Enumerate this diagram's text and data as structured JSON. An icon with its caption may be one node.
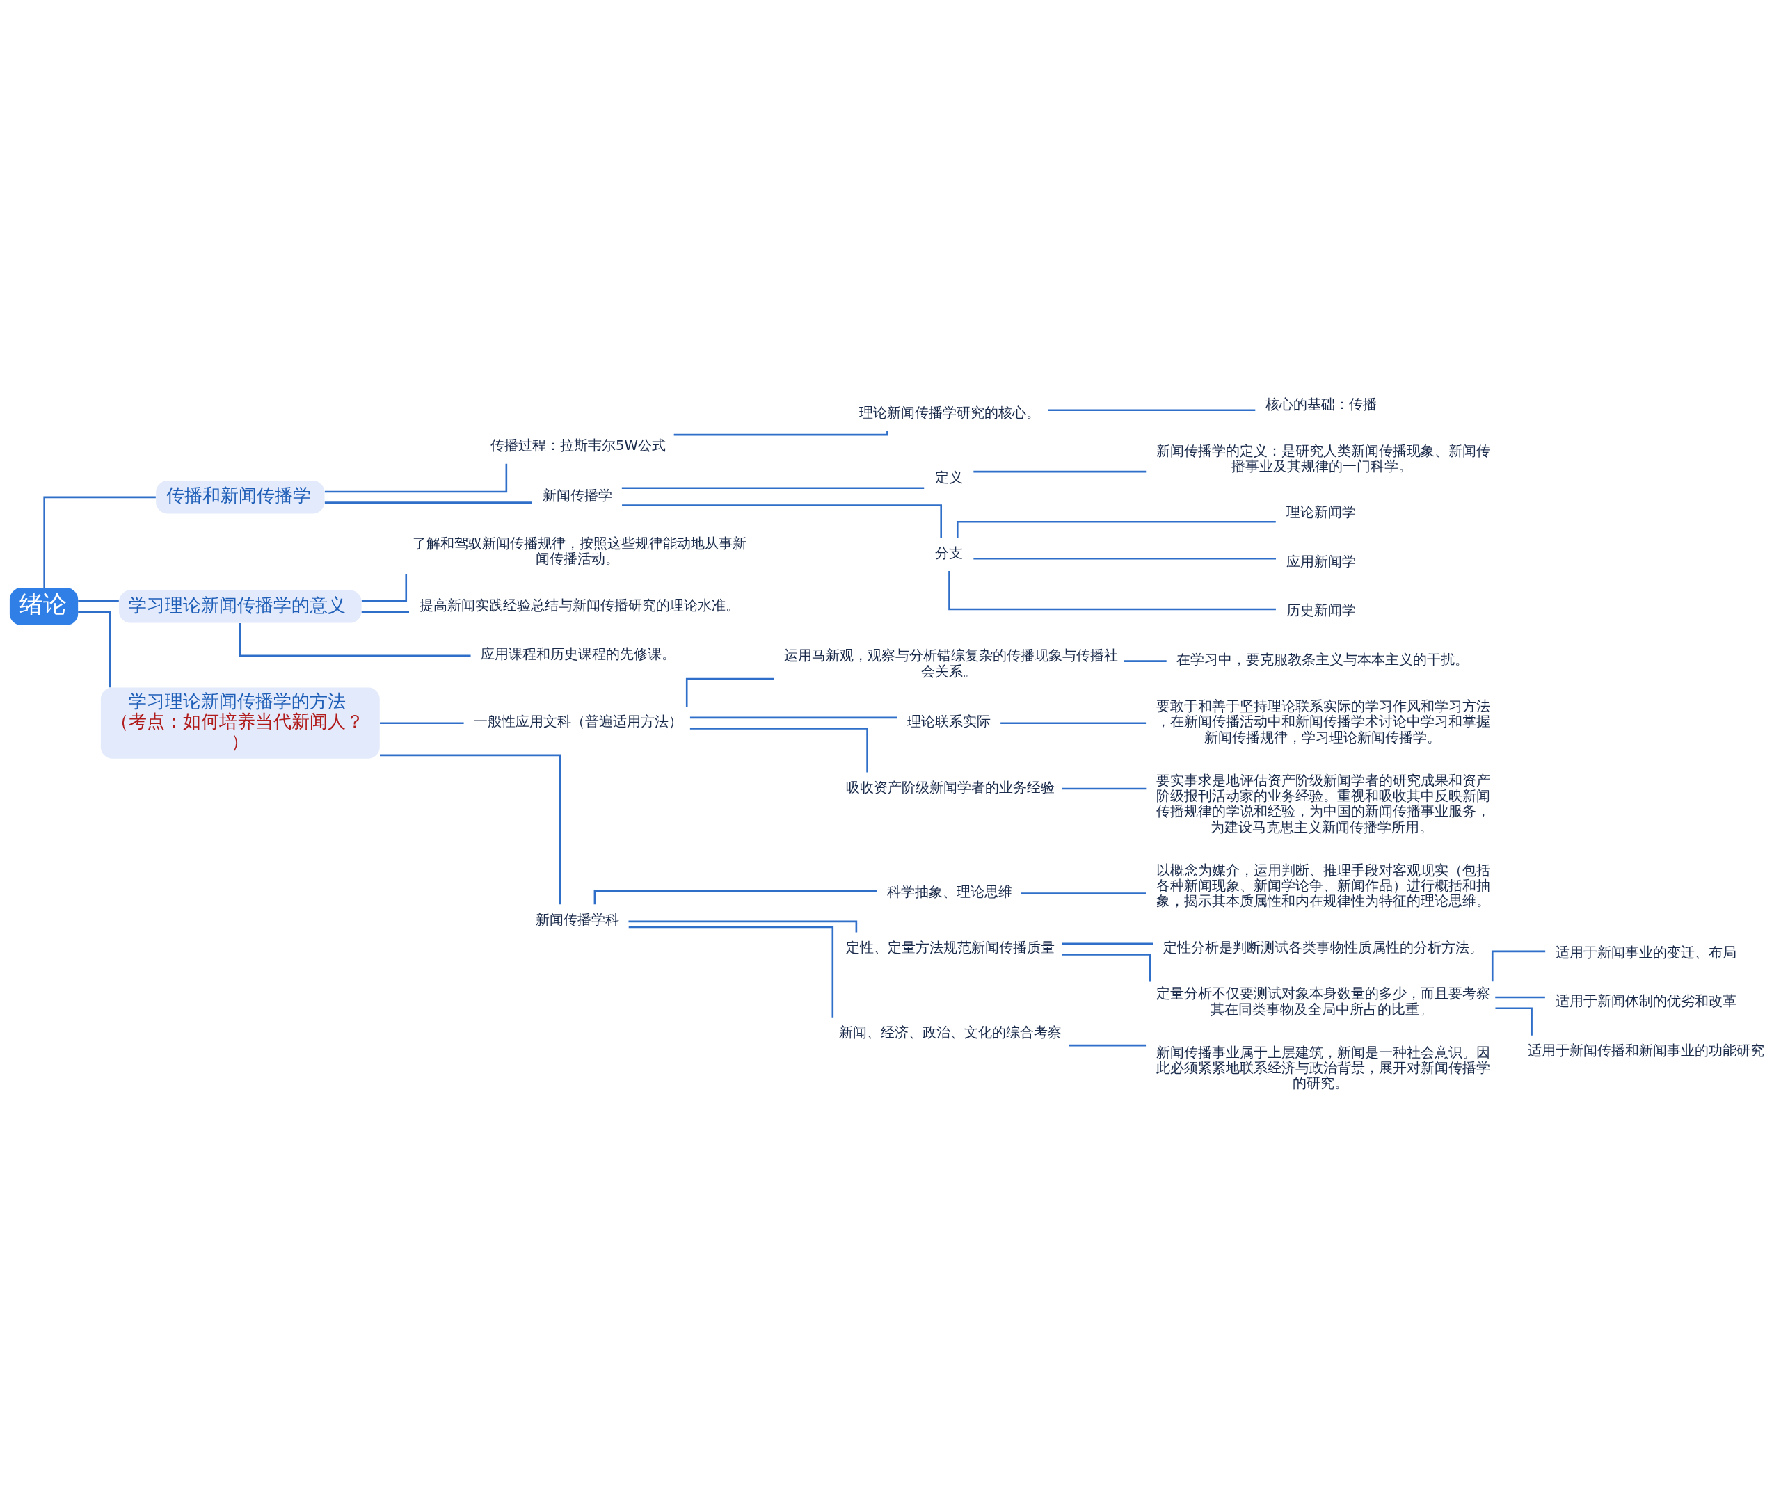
{
  "diagram": {
    "nodes": [
      {
        "text": [
          "绪论"
        ]
      },
      {
        "text": [
          "传播和新闻传播学"
        ]
      },
      {
        "text": [
          "传播过程：拉斯韦尔5W公式"
        ]
      },
      {
        "text": [
          "理论新闻传播学研究的核心。"
        ]
      },
      {
        "text": [
          "核心的基础：传播"
        ]
      },
      {
        "text": [
          "新闻传播学"
        ]
      },
      {
        "text": [
          "定义"
        ]
      },
      {
        "text": [
          "新闻传播学的定义：是研究人类新闻传播现象、新闻传播事业及其规律的一门科学。"
        ]
      },
      {
        "text": [
          "分支"
        ]
      },
      {
        "text": [
          "理论新闻学"
        ]
      },
      {
        "text": [
          "应用新闻学"
        ]
      },
      {
        "text": [
          "历史新闻学"
        ]
      },
      {
        "text": [
          "学习理论新闻传播学的意义"
        ]
      },
      {
        "text": [
          "了解和驾驭新闻传播规律，按照这些规律能动地从事新闻传播活动。"
        ]
      },
      {
        "text": [
          "提高新闻实践经验总结与新闻传播研究的理论水准。"
        ]
      },
      {
        "text": [
          "应用课程和历史课程的先修课。"
        ]
      },
      {
        "text": [
          "学习理论新闻传播学的方法",
          "（考点：如何培养当代新闻人？）"
        ]
      },
      {
        "text": [
          "一般性应用文科（普遍适用方法）"
        ]
      },
      {
        "text": [
          "运用马新观，观察与分析错综复杂的传播现象与传播社会关系。"
        ]
      },
      {
        "text": [
          "在学习中，要克服教条主义与本本主义的干扰。"
        ]
      },
      {
        "text": [
          "理论联系实际"
        ]
      },
      {
        "text": [
          "要敢于和善于坚持理论联系实际的学习作风和学习方法，在新闻传播活动中和新闻传播学术讨论中学习和掌握新闻传播规律，学习理论新闻传播学。"
        ]
      },
      {
        "text": [
          "吸收资产阶级新闻学者的业务经验"
        ]
      },
      {
        "text": [
          "要实事求是地评估资产阶级新闻学者的研究成果和资产阶级报刊活动家的业务经验。重视和吸收其中反映新闻传播规律的学说和经验，为中国的新闻传播事业服务，为建设马克思主义新闻传播学所用。"
        ]
      },
      {
        "text": [
          "新闻传播学科"
        ]
      },
      {
        "text": [
          "科学抽象、理论思维"
        ]
      },
      {
        "text": [
          "以概念为媒介，运用判断、推理手段对客观现实（包括各种新闻现象、新闻学论争、新闻作品）进行概括和抽象，揭示其本质属性和内在规律性为特征的理论思维。"
        ]
      },
      {
        "text": [
          "定性、定量方法规范新闻传播质量"
        ]
      },
      {
        "text": [
          "定性分析是判断测试各类事物性质属性的分析方法。"
        ]
      },
      {
        "text": [
          "定量分析不仅要测试对象本身数量的多少，而且要考察其在同类事物及全局中所占的比重。"
        ]
      },
      {
        "text": [
          "适用于新闻事业的变迁、布局"
        ]
      },
      {
        "text": [
          "适用于新闻体制的优劣和改革"
        ]
      },
      {
        "text": [
          "适用于新闻传播和新闻事业的功能研究"
        ]
      },
      {
        "text": [
          "新闻、经济、政治、文化的综合考察"
        ]
      },
      {
        "text": [
          "新闻传播事业属于上层建筑，新闻是一种社会意识。因此必须紧紧地联系经济与政治背景，展开对新闻传播学的研究。"
        ]
      }
    ],
    "edges": [
      {
        "from": 0,
        "to": 1,
        "arrow": "none"
      },
      {
        "from": 1,
        "to": 2,
        "arrow": "none"
      },
      {
        "from": 2,
        "to": 3,
        "arrow": "none"
      },
      {
        "from": 3,
        "to": 4,
        "arrow": "none"
      },
      {
        "from": 1,
        "to": 5,
        "arrow": "none"
      },
      {
        "from": 5,
        "to": 6,
        "arrow": "none"
      },
      {
        "from": 6,
        "to": 7,
        "arrow": "none"
      },
      {
        "from": 5,
        "to": 8,
        "arrow": "none"
      },
      {
        "from": 8,
        "to": 9,
        "arrow": "none"
      },
      {
        "from": 8,
        "to": 10,
        "arrow": "none"
      },
      {
        "from": 8,
        "to": 11,
        "arrow": "none"
      },
      {
        "from": 0,
        "to": 12,
        "arrow": "none"
      },
      {
        "from": 12,
        "to": 13,
        "arrow": "none"
      },
      {
        "from": 12,
        "to": 14,
        "arrow": "none"
      },
      {
        "from": 12,
        "to": 15,
        "arrow": "none"
      },
      {
        "from": 0,
        "to": 16,
        "arrow": "none"
      },
      {
        "from": 16,
        "to": 17,
        "arrow": "none"
      },
      {
        "from": 17,
        "to": 18,
        "arrow": "none"
      },
      {
        "from": 18,
        "to": 19,
        "arrow": "none"
      },
      {
        "from": 17,
        "to": 20,
        "arrow": "none"
      },
      {
        "from": 20,
        "to": 21,
        "arrow": "none"
      },
      {
        "from": 17,
        "to": 22,
        "arrow": "none"
      },
      {
        "from": 22,
        "to": 23,
        "arrow": "none"
      },
      {
        "from": 16,
        "to": 24,
        "arrow": "none"
      },
      {
        "from": 24,
        "to": 25,
        "arrow": "none"
      },
      {
        "from": 25,
        "to": 26,
        "arrow": "none"
      },
      {
        "from": 24,
        "to": 27,
        "arrow": "none"
      },
      {
        "from": 27,
        "to": 28,
        "arrow": "none"
      },
      {
        "from": 27,
        "to": 29,
        "arrow": "none"
      },
      {
        "from": 29,
        "to": 30,
        "arrow": "none"
      },
      {
        "from": 29,
        "to": 31,
        "arrow": "none"
      },
      {
        "from": 29,
        "to": 32,
        "arrow": "none"
      },
      {
        "from": 24,
        "to": 33,
        "arrow": "none"
      },
      {
        "from": 33,
        "to": 34,
        "arrow": "none"
      }
    ]
  }
}
